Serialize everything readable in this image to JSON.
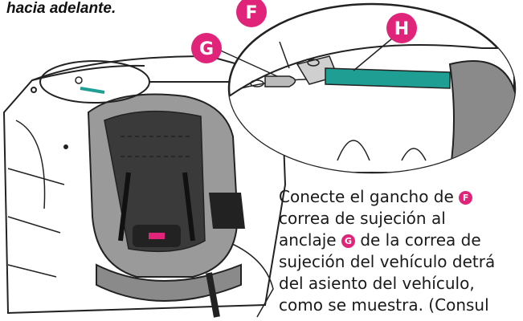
{
  "heading": "hacia adelante.",
  "callouts": {
    "f": "F",
    "g": "G",
    "h": "H"
  },
  "instruction": {
    "line1_a": "Conecte el gancho de",
    "line2": "correa de sujeción al",
    "line3_a": "anclaje",
    "line3_b": "de la correa de",
    "line4": "sujeción del vehículo detrá",
    "line5": "del asiento del vehículo,",
    "line6": "como se muestra. (Consul"
  },
  "colors": {
    "callout": "#e0247a",
    "strap": "#1f9e94",
    "seat_dark": "#3a3a3a",
    "seat_light": "#9a9a9a"
  }
}
